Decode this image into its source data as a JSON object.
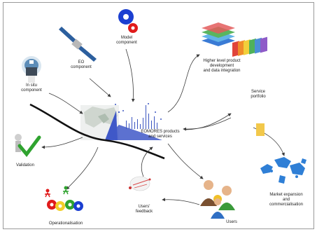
{
  "colors": {
    "arrow": "#3a3a3a",
    "gear_blue": "#1b3fd1",
    "gear_red": "#e01b1b",
    "validation_check": "#2fa32f",
    "satellite_panel": "#2c5f9e",
    "central_blue": "#3f58c8"
  },
  "nodes": {
    "model": {
      "label": "Model\ncomponent",
      "icon": "gears-icon"
    },
    "eo": {
      "label": "EO\ncomponent",
      "icon": "satellite-icon"
    },
    "in_situ": {
      "label": "In situ\ncomponent",
      "icon": "instrument-icon"
    },
    "higher_level": {
      "label": "Higher level product\ndevelopment\nand data integration",
      "icon": "layers-icon"
    },
    "central": {
      "label": "EOMORES products\nand services",
      "icon": "map-chart-icon"
    },
    "service_portfolio": {
      "label": "Service\nportfolio",
      "icon": "folders-icon"
    },
    "validation": {
      "label": "Validation",
      "icon": "checkmark-icon"
    },
    "market": {
      "label": "Market expansion\nand\ncommercialisation",
      "icon": "world-map-icon"
    },
    "operationalisation": {
      "label": "Operationalisation",
      "icon": "people-gears-icon"
    },
    "users_feedback": {
      "label": "Users'\nfeedback",
      "icon": "feedback-icon"
    },
    "users": {
      "label": "Users",
      "icon": "users-icon"
    }
  }
}
